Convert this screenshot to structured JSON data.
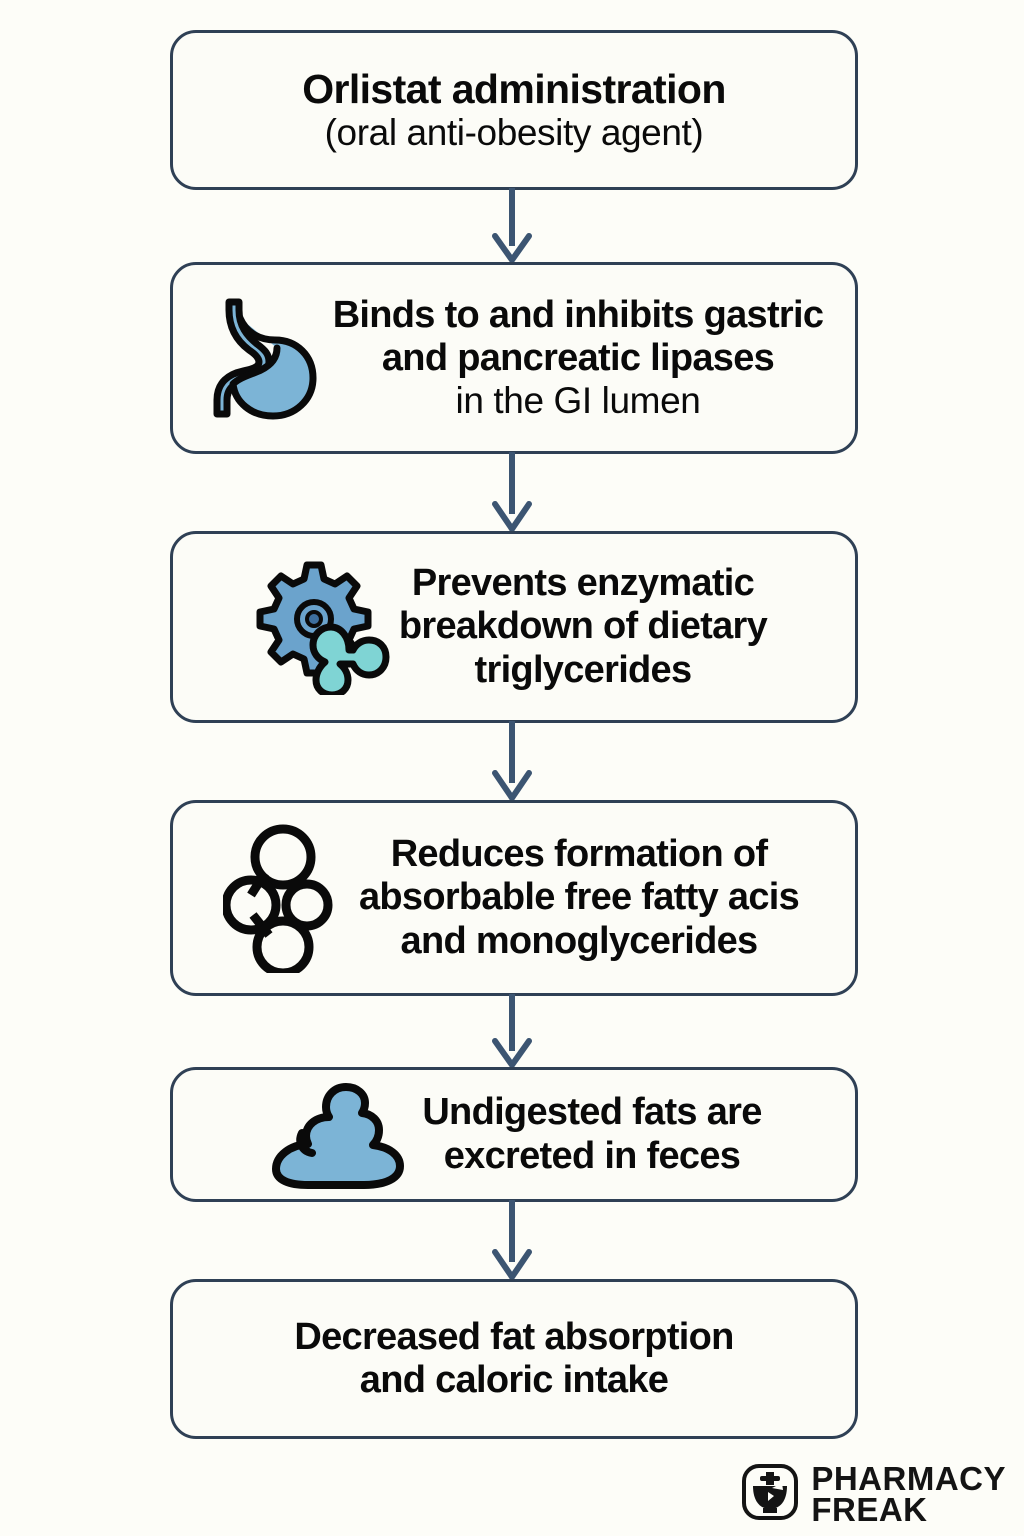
{
  "diagram": {
    "title": "Orlistat mechanism of action flowchart",
    "background_color": "#fdfdf8",
    "box_border_color": "#2f4055",
    "box_fill_color": "#fcfcf7",
    "arrow_color": "#3c5572",
    "accent_blue": "#7cb4d6",
    "accent_teal": "#7fd4d4",
    "icon_outline_color": "#0a0a0a",
    "nodes": [
      {
        "id": "orlistat-administration",
        "icon": null,
        "line1": "Orlistat administration",
        "line2": "(oral anti-obesity agent)"
      },
      {
        "id": "binds-inhibits-lipases",
        "icon": "stomach-icon",
        "line1": "Binds to and inhibits gastric",
        "line2": "and pancreatic lipases",
        "line3": "in the GI lumen"
      },
      {
        "id": "prevents-enzymatic-breakdown",
        "icon": "gear-enzyme-icon",
        "line1": "Prevents enzymatic",
        "line2": "breakdown of dietary",
        "line3": "triglycerides"
      },
      {
        "id": "reduces-fatty-acid-formation",
        "icon": "molecule-icon",
        "line1": "Reduces formation of",
        "line2": "absorbable free fatty acis",
        "line3": "and monoglycerides"
      },
      {
        "id": "fats-excreted-in-feces",
        "icon": "feces-icon",
        "line1": "Undigested fats are",
        "line2": "excreted in feces"
      },
      {
        "id": "decreased-fat-absorption",
        "icon": null,
        "line1": "Decreased fat absorption",
        "line2": "and caloric intake"
      }
    ],
    "arrows": [
      {
        "from": "orlistat-administration",
        "to": "binds-inhibits-lipases",
        "direction": "down"
      },
      {
        "from": "binds-inhibits-lipases",
        "to": "prevents-enzymatic-breakdown",
        "direction": "down"
      },
      {
        "from": "prevents-enzymatic-breakdown",
        "to": "reduces-fatty-acid-formation",
        "direction": "down"
      },
      {
        "from": "reduces-fatty-acid-formation",
        "to": "fats-excreted-in-feces",
        "direction": "down"
      },
      {
        "from": "fats-excreted-in-feces",
        "to": "decreased-fat-absorption",
        "direction": "down"
      }
    ]
  },
  "logo": {
    "icon": "mortar-and-pestle-icon",
    "line1": "PHARMACY",
    "line2": "FREAK"
  }
}
